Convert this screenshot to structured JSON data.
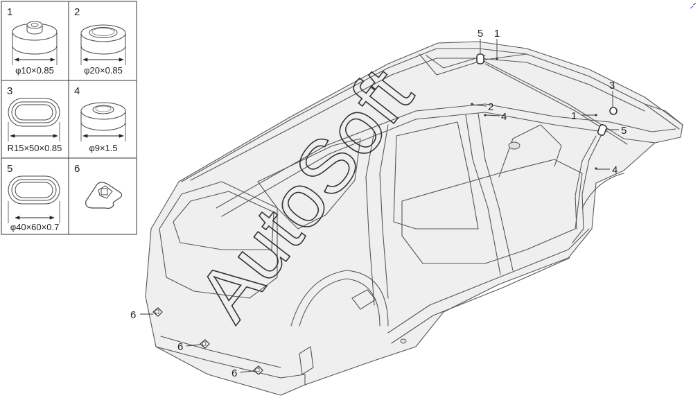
{
  "legend": {
    "cells": [
      {
        "number": "1",
        "size": "φ10×0.85",
        "icon": "round-plug-with-boss-icon"
      },
      {
        "number": "2",
        "size": "φ20×0.85",
        "icon": "round-plug-icon"
      },
      {
        "number": "3",
        "size": "R15×50×0.85",
        "icon": "oval-plug-icon"
      },
      {
        "number": "4",
        "size": "φ9×1.5",
        "icon": "round-plug-icon"
      },
      {
        "number": "5",
        "size": "φ40×60×0.7",
        "icon": "oval-plug-icon"
      },
      {
        "number": "6",
        "size": "",
        "icon": "clip-icon"
      }
    ]
  },
  "callouts": [
    {
      "id": "c1a",
      "text": "5"
    },
    {
      "id": "c1b",
      "text": "1"
    },
    {
      "id": "c2",
      "text": "3"
    },
    {
      "id": "c3",
      "text": "2"
    },
    {
      "id": "c4",
      "text": "4"
    },
    {
      "id": "c5",
      "text": "1"
    },
    {
      "id": "c6",
      "text": "5"
    },
    {
      "id": "c7",
      "text": "4"
    },
    {
      "id": "c8",
      "text": "6"
    },
    {
      "id": "c9",
      "text": "6"
    },
    {
      "id": "c10",
      "text": "6"
    }
  ],
  "watermark": "AutoSoft",
  "colors": {
    "line": "#555555",
    "text": "#222222",
    "fill": "#efefef",
    "watermark": "#333333"
  }
}
